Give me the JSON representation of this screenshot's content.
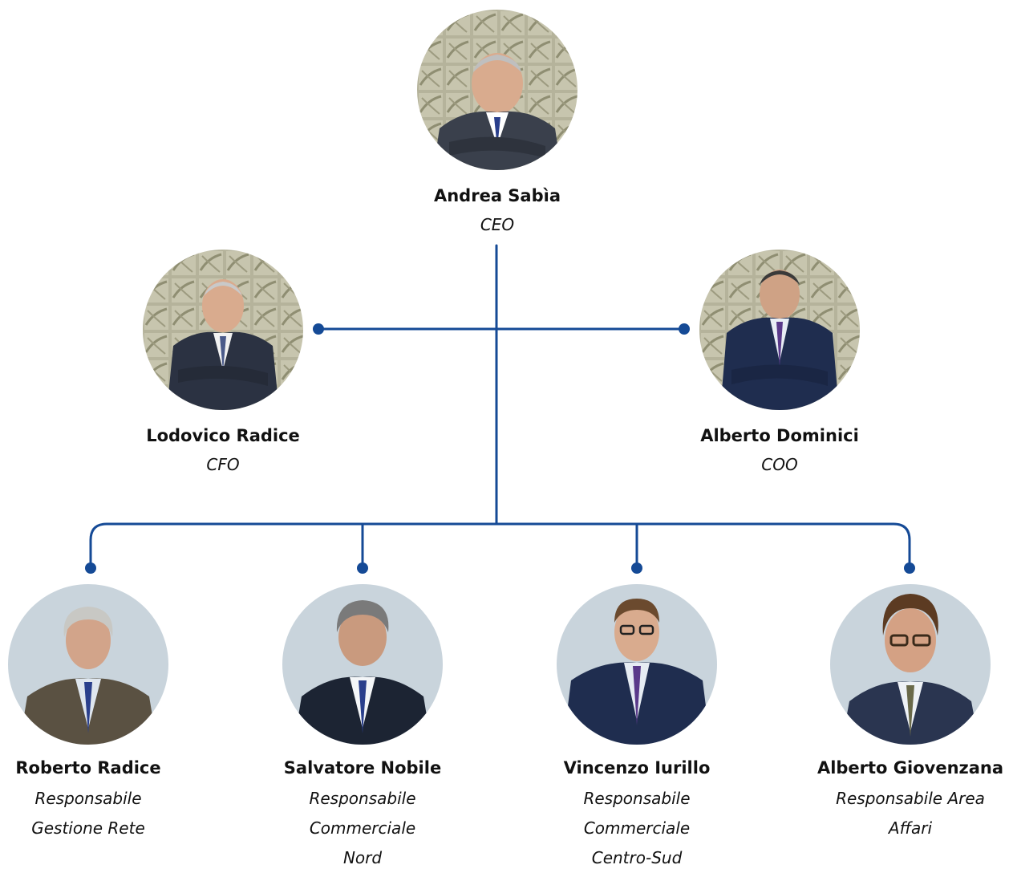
{
  "colors": {
    "connector": "#154a96",
    "photo_bg_office": "#b7b49c",
    "photo_bg_studio": "#c9d4dc",
    "suit_dark": "#2b3242",
    "suit_navy": "#1f2d4f",
    "tie_blue": "#2a3f8c",
    "tie_purple": "#5a3a8a",
    "skin": "#d9ab8e"
  },
  "people": [
    {
      "id": "ceo",
      "name": "Andrea Sabìa",
      "role_lines": [
        "CEO"
      ]
    },
    {
      "id": "cfo",
      "name": "Lodovico Radice",
      "role_lines": [
        "CFO"
      ]
    },
    {
      "id": "coo",
      "name": "Alberto Dominici",
      "role_lines": [
        "COO"
      ]
    },
    {
      "id": "rr",
      "name": "Roberto Radice",
      "role_lines": [
        "Responsabile",
        "Gestione Rete"
      ]
    },
    {
      "id": "sn",
      "name": "Salvatore Nobile",
      "role_lines": [
        "Responsabile",
        "Commerciale",
        "Nord"
      ]
    },
    {
      "id": "vi",
      "name": "Vincenzo Iurillo",
      "role_lines": [
        "Responsabile",
        "Commerciale",
        "Centro-Sud"
      ]
    },
    {
      "id": "ag",
      "name": "Alberto Giovenzana",
      "role_lines": [
        "Responsabile Area",
        "Affari"
      ]
    }
  ]
}
